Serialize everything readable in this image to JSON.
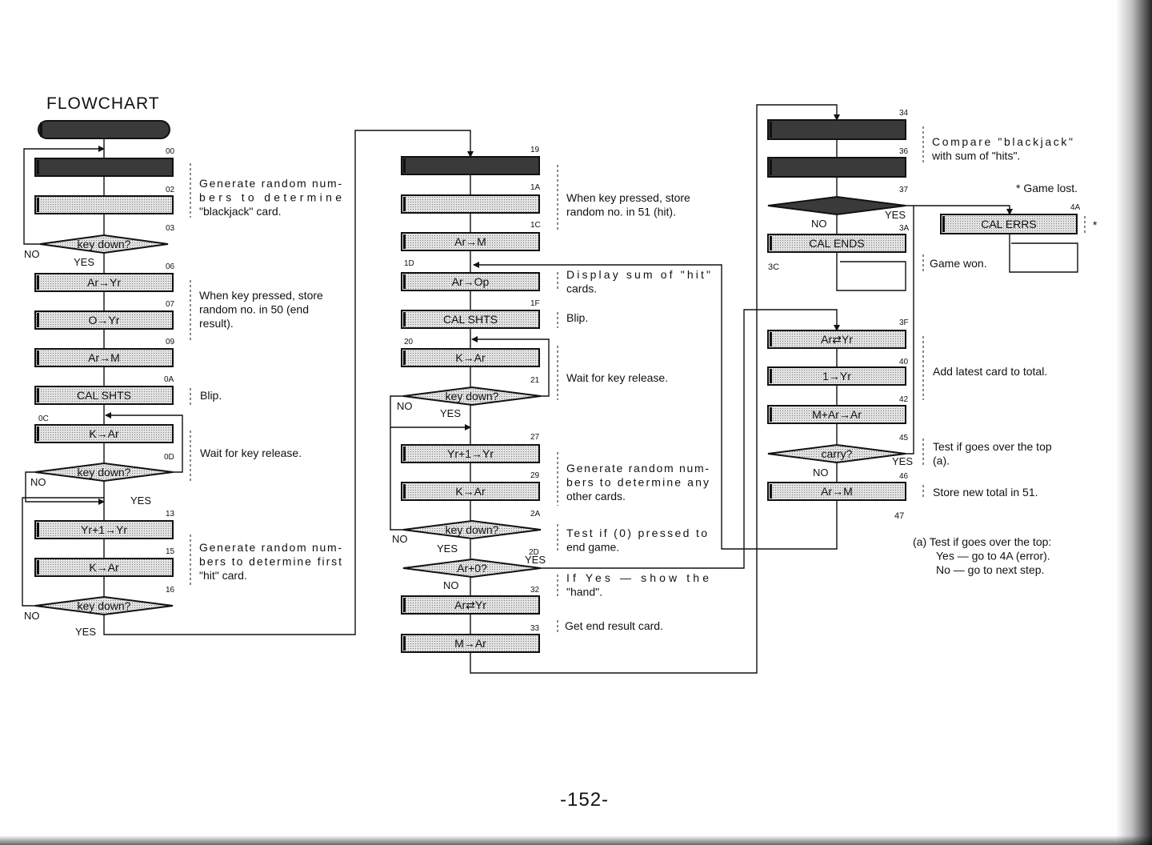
{
  "header": {
    "title": "FLOWCHART"
  },
  "footer": {
    "page_number": "-152-"
  },
  "colors": {
    "box_fill": "#cfcfcf",
    "dark_fill": "#3a3a3a",
    "ink": "#111111"
  },
  "boxes": [
    {
      "id": "start",
      "label": "",
      "dark": true,
      "round": true
    },
    {
      "id": "b00",
      "step": "00",
      "label": "",
      "dark": true
    },
    {
      "id": "b02",
      "step": "02",
      "label": ""
    },
    {
      "id": "b06",
      "step": "06",
      "label": "Ar→Yr"
    },
    {
      "id": "b07",
      "step": "07",
      "label": "O→Yr"
    },
    {
      "id": "b09",
      "step": "09",
      "label": "Ar→M"
    },
    {
      "id": "b0A",
      "step": "0A",
      "label": "CAL SHTS"
    },
    {
      "id": "b0C",
      "step": "0C",
      "label": "K→Ar"
    },
    {
      "id": "b13",
      "step": "13",
      "label": "Yr+1→Yr"
    },
    {
      "id": "b15",
      "step": "15",
      "label": "K→Ar"
    },
    {
      "id": "b19",
      "step": "19",
      "label": "",
      "dark": true
    },
    {
      "id": "b1A",
      "step": "1A",
      "label": ""
    },
    {
      "id": "b1C",
      "step": "1C",
      "label": "Ar→M"
    },
    {
      "id": "b1D",
      "step": "1D",
      "label": "Ar→Op"
    },
    {
      "id": "b1F",
      "step": "1F",
      "label": "CAL SHTS"
    },
    {
      "id": "b20",
      "step": "20",
      "label": "K→Ar"
    },
    {
      "id": "b27",
      "step": "27",
      "label": "Yr+1→Yr"
    },
    {
      "id": "b29",
      "step": "29",
      "label": "K→Ar"
    },
    {
      "id": "b32",
      "step": "32",
      "label": "Ar⇄Yr"
    },
    {
      "id": "b33",
      "step": "33",
      "label": "M→Ar"
    },
    {
      "id": "b34",
      "step": "34",
      "label": "",
      "dark": true
    },
    {
      "id": "b36",
      "step": "36",
      "label": "",
      "dark": true
    },
    {
      "id": "b3A",
      "step": "3A",
      "label": "CAL ENDS"
    },
    {
      "id": "b3F",
      "step": "3F",
      "label": "Ar⇄Yr"
    },
    {
      "id": "b40",
      "step": "40",
      "label": "1→Yr"
    },
    {
      "id": "b42",
      "step": "42",
      "label": "M+Ar→Ar"
    },
    {
      "id": "b46",
      "step": "46",
      "label": "Ar→M"
    },
    {
      "id": "b4A",
      "step": "4A",
      "label": "CAL ERRS"
    }
  ],
  "decisions": [
    {
      "id": "d03",
      "step": "03",
      "label": "key down?",
      "no": "NO",
      "yes": "YES"
    },
    {
      "id": "d0D",
      "step": "0D",
      "label": "key down?",
      "no": "NO",
      "yes": "YES"
    },
    {
      "id": "d16",
      "step": "16",
      "label": "key down?",
      "no": "NO",
      "yes": "YES"
    },
    {
      "id": "d21",
      "step": "21",
      "label": "key down?",
      "no": "NO",
      "yes": "YES"
    },
    {
      "id": "d2A",
      "step": "2A",
      "label": "key down?",
      "no": "NO",
      "yes": "YES"
    },
    {
      "id": "d2D",
      "step": "2D",
      "label": "Ar+0?",
      "no": "NO",
      "yes": "YES"
    },
    {
      "id": "d37",
      "step": "37",
      "label": "",
      "no": "NO",
      "yes": "YES"
    },
    {
      "id": "d45",
      "step": "45",
      "label": "carry?",
      "no": "NO",
      "yes": "YES"
    }
  ],
  "small_labels": {
    "step_3C": "3C",
    "step_47": "47"
  },
  "notes": [
    {
      "id": "n1",
      "lines": [
        "Generate random num-",
        "bers to determine",
        "\"blackjack\" card."
      ]
    },
    {
      "id": "n2",
      "lines": [
        "When key pressed, store",
        "random no. in 50 (end",
        "result)."
      ]
    },
    {
      "id": "n3",
      "lines": [
        "Blip."
      ]
    },
    {
      "id": "n4",
      "lines": [
        "Wait for key release."
      ]
    },
    {
      "id": "n5",
      "lines": [
        "Generate random num-",
        "bers to determine first",
        "\"hit\" card."
      ]
    },
    {
      "id": "n6",
      "lines": [
        "When key pressed, store",
        "random no. in 51 (hit)."
      ]
    },
    {
      "id": "n7",
      "lines": [
        "Display sum of \"hit\"",
        "cards."
      ]
    },
    {
      "id": "n8",
      "lines": [
        "Blip."
      ]
    },
    {
      "id": "n9",
      "lines": [
        "Wait for key release."
      ]
    },
    {
      "id": "n10",
      "lines": [
        "Generate random num-",
        "bers to determine any",
        "other cards."
      ]
    },
    {
      "id": "n11",
      "lines": [
        "Test if (0) pressed to",
        "end game."
      ]
    },
    {
      "id": "n12",
      "lines": [
        "If Yes — show the",
        "\"hand\"."
      ]
    },
    {
      "id": "n13",
      "lines": [
        "Get end result card."
      ]
    },
    {
      "id": "n14",
      "lines": [
        "Compare \"blackjack\"",
        "with sum of \"hits\"."
      ]
    },
    {
      "id": "n15",
      "lines": [
        "* Game lost."
      ]
    },
    {
      "id": "n16",
      "lines": [
        "Game won."
      ]
    },
    {
      "id": "n17",
      "lines": [
        "Add latest card to total."
      ]
    },
    {
      "id": "n18",
      "lines": [
        "Test if goes over the top",
        "(a)."
      ]
    },
    {
      "id": "n19",
      "lines": [
        "Store new total in 51."
      ]
    },
    {
      "id": "n20",
      "lines": [
        "(a) Test if goes over the top:",
        "Yes — go to 4A (error).",
        "No — go to next step."
      ]
    },
    {
      "id": "n21",
      "lines": [
        "*"
      ]
    }
  ]
}
